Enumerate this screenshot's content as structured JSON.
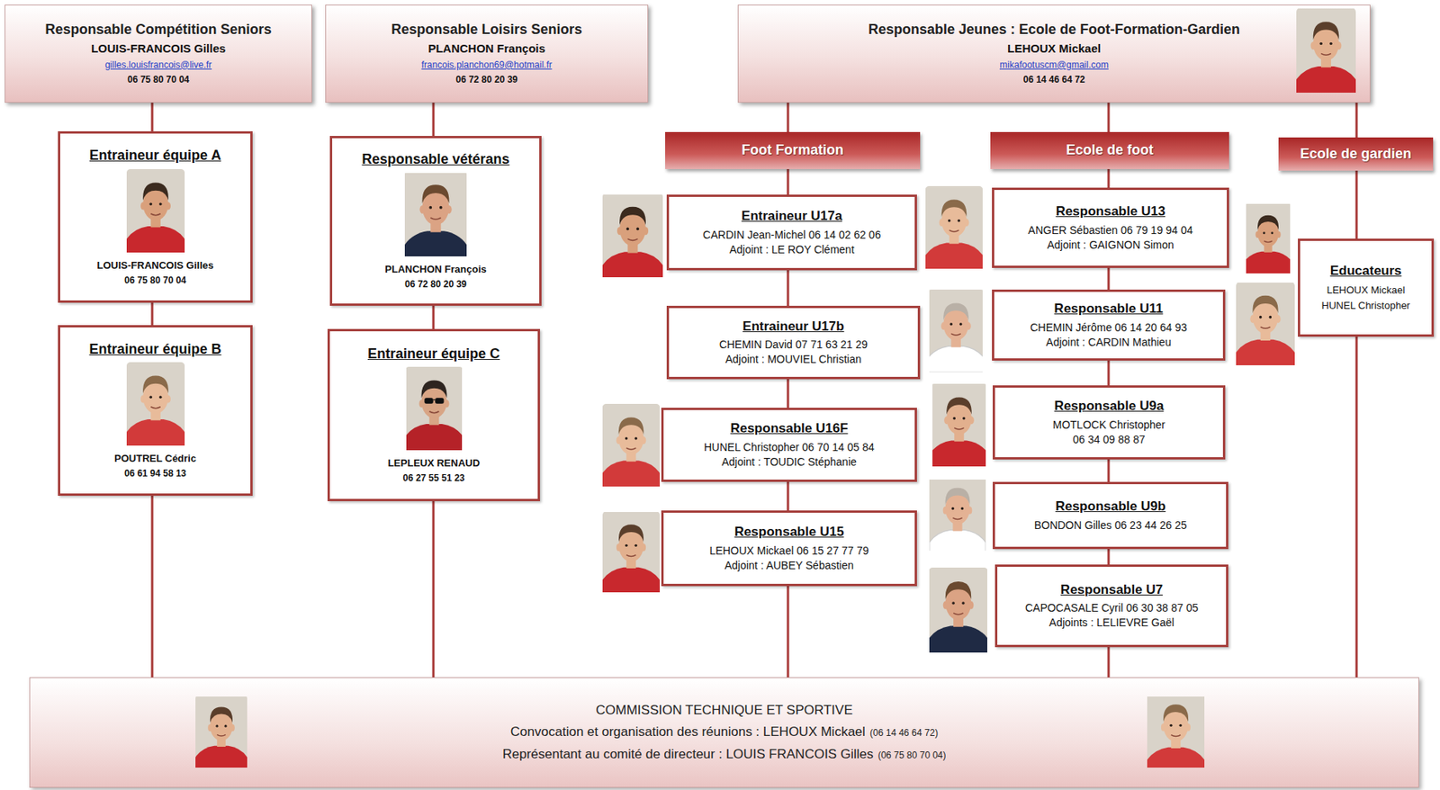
{
  "diagram": {
    "nodes": [
      {
        "text": [
          "Responsable Compétition Seniors",
          "LOUIS-FRANCOIS Gilles",
          "gilles.louisfrancois@live.fr",
          "06 75 80 70 04"
        ]
      },
      {
        "text": [
          "Responsable Loisirs Seniors",
          "PLANCHON François",
          "francois.planchon69@hotmail.fr",
          "06 72 80 20 39"
        ]
      },
      {
        "text": [
          "Responsable Jeunes : Ecole de Foot-Formation-Gardien",
          "LEHOUX Mickael",
          "mikafootuscm@gmail.com",
          "06 14 46 64 72"
        ]
      },
      {
        "text": [
          "Entraineur équipe A",
          "LOUIS-FRANCOIS Gilles",
          "06 75 80 70 04"
        ]
      },
      {
        "text": [
          "Entraineur équipe B",
          "POUTREL Cédric",
          "06 61 94 58 13"
        ]
      },
      {
        "text": [
          "Responsable vétérans",
          "PLANCHON François",
          "06 72 80 20 39"
        ]
      },
      {
        "text": [
          "Entraineur équipe C",
          "LEPLEUX RENAUD",
          "06 27 55 51 23"
        ]
      },
      {
        "text": [
          "Foot Formation"
        ]
      },
      {
        "text": [
          "Ecole de foot"
        ]
      },
      {
        "text": [
          "Ecole de gardien"
        ]
      },
      {
        "text": [
          "Entraineur U17a",
          "CARDIN Jean-Michel 06 14 02 62 06",
          "Adjoint : LE ROY Clément"
        ]
      },
      {
        "text": [
          "Entraineur U17b",
          "CHEMIN David 07 71 63 21 29",
          "Adjoint : MOUVIEL Christian"
        ]
      },
      {
        "text": [
          "Responsable U16F",
          "HUNEL Christopher 06 70 14 05 84",
          "Adjoint : TOUDIC Stéphanie"
        ]
      },
      {
        "text": [
          "Responsable U15",
          "LEHOUX Mickael 06 15 27 77 79",
          "Adjoint : AUBEY Sébastien"
        ]
      },
      {
        "text": [
          "Responsable U13",
          "ANGER Sébastien 06 79 19 94 04",
          "Adjoint : GAIGNON Simon"
        ]
      },
      {
        "text": [
          "Responsable U11",
          "CHEMIN Jérôme 06 14 20 64 93",
          "Adjoint : CARDIN Mathieu"
        ]
      },
      {
        "text": [
          "Responsable U9a",
          "MOTLOCK Christopher",
          "06 34 09 88 87"
        ]
      },
      {
        "text": [
          "Responsable U9b",
          "BONDON Gilles 06 23 44 26 25"
        ]
      },
      {
        "text": [
          "Responsable U7",
          "CAPOCASALE Cyril 06 30 38 87 05",
          "Adjoints : LELIEVRE Gaël"
        ]
      },
      {
        "text": [
          "Educateurs",
          "LEHOUX Mickael",
          "HUNEL Christopher"
        ]
      },
      {
        "text": [
          "COMMISSION TECHNIQUE ET SPORTIVE",
          "Convocation et organisation des réunions : LEHOUX Mickael",
          "(06 14 46 64 72)",
          "Représentant au comité de directeur : LOUIS FRANCOIS Gilles",
          "(06 75 80 70 04)"
        ]
      }
    ],
    "edges": [
      {
        "from": 0,
        "to": 3,
        "arrow": "none"
      },
      {
        "from": 3,
        "to": 4,
        "arrow": "none"
      },
      {
        "from": 4,
        "to": 20,
        "arrow": "none"
      },
      {
        "from": 1,
        "to": 5,
        "arrow": "none"
      },
      {
        "from": 5,
        "to": 6,
        "arrow": "none"
      },
      {
        "from": 6,
        "to": 20,
        "arrow": "none"
      },
      {
        "from": 2,
        "to": 7,
        "arrow": "none"
      },
      {
        "from": 7,
        "to": 10,
        "arrow": "none"
      },
      {
        "from": 10,
        "to": 11,
        "arrow": "none"
      },
      {
        "from": 11,
        "to": 12,
        "arrow": "none"
      },
      {
        "from": 12,
        "to": 13,
        "arrow": "none"
      },
      {
        "from": 13,
        "to": 20,
        "arrow": "none"
      },
      {
        "from": 2,
        "to": 8,
        "arrow": "none"
      },
      {
        "from": 8,
        "to": 14,
        "arrow": "none"
      },
      {
        "from": 14,
        "to": 15,
        "arrow": "none"
      },
      {
        "from": 15,
        "to": 16,
        "arrow": "none"
      },
      {
        "from": 16,
        "to": 17,
        "arrow": "none"
      },
      {
        "from": 17,
        "to": 18,
        "arrow": "none"
      },
      {
        "from": 18,
        "to": 20,
        "arrow": "none"
      },
      {
        "from": 2,
        "to": 9,
        "arrow": "none"
      },
      {
        "from": 9,
        "to": 19,
        "arrow": "none"
      },
      {
        "from": 19,
        "to": 20,
        "arrow": "none"
      }
    ]
  }
}
